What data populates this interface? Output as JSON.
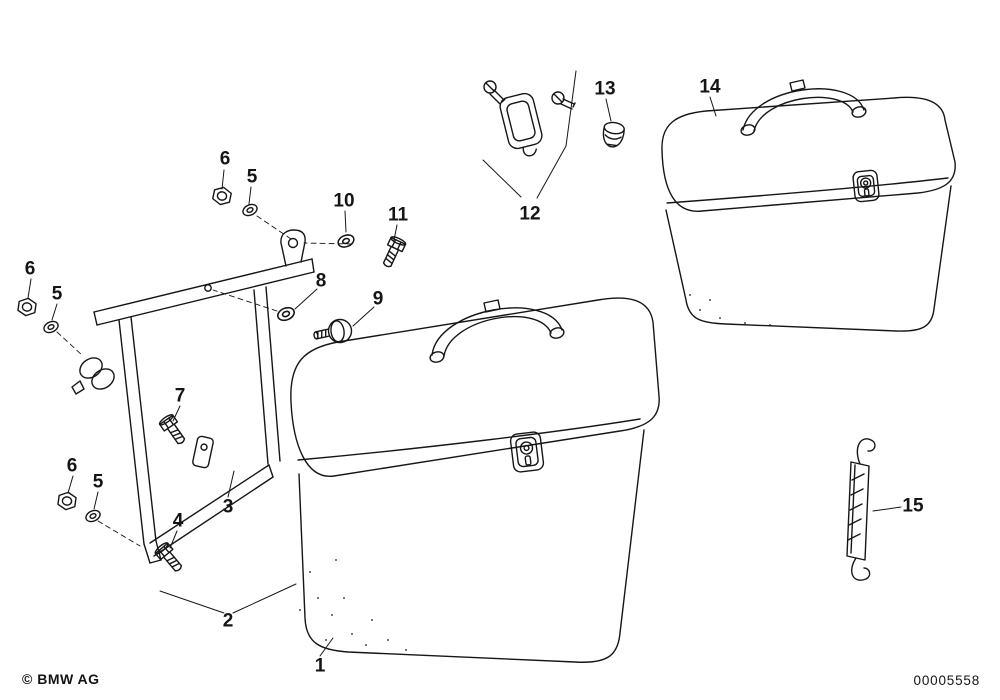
{
  "page": {
    "background_color": "#ffffff",
    "ink_color": "#151515",
    "type": "technical parts diagram"
  },
  "footer": {
    "copyright": "© BMW AG",
    "document_number": "00005558"
  },
  "callouts": [
    {
      "label": "6"
    },
    {
      "label": "5"
    },
    {
      "label": "10"
    },
    {
      "label": "11"
    },
    {
      "label": "6"
    },
    {
      "label": "5"
    },
    {
      "label": "8"
    },
    {
      "label": "9"
    },
    {
      "label": "7"
    },
    {
      "label": "6"
    },
    {
      "label": "5"
    },
    {
      "label": "4"
    },
    {
      "label": "3"
    },
    {
      "label": "2"
    },
    {
      "label": "1"
    },
    {
      "label": "12"
    },
    {
      "label": "13"
    },
    {
      "label": "14"
    },
    {
      "label": "15"
    }
  ]
}
